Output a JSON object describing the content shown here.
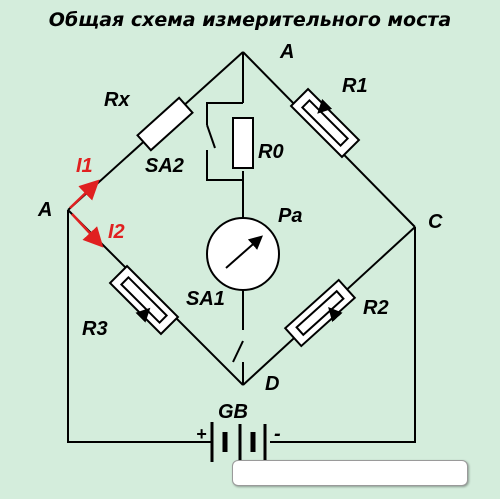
{
  "title": "Общая схема измерительного моста",
  "labels": {
    "node_a_top": "A",
    "node_a_left": "A",
    "node_c": "C",
    "node_d": "D",
    "rx": "Rx",
    "r1": "R1",
    "r0": "R0",
    "r2": "R2",
    "r3": "R3",
    "sa1": "SA1",
    "sa2": "SA2",
    "pa": "Pa",
    "gb": "GB",
    "current1": "I1",
    "current2": "I2",
    "plus": "+",
    "minus": "-"
  },
  "colors": {
    "background": "#d4eddc",
    "wire": "#000000",
    "current_arrow": "#e02020",
    "resistor_fill": "#ffffff"
  },
  "answer_box": {
    "value": ""
  }
}
